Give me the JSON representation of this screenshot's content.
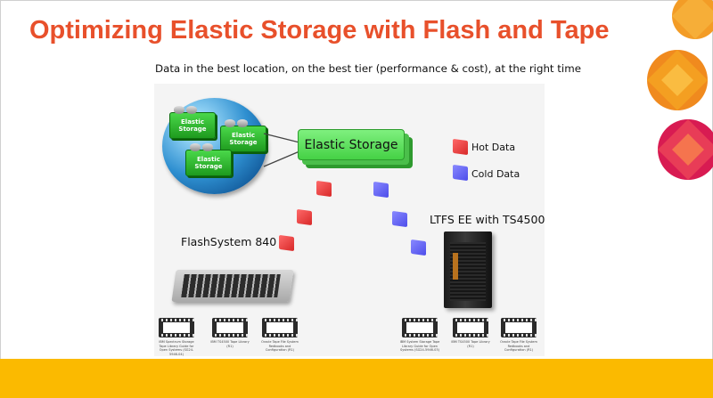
{
  "slide": {
    "title": "Optimizing Elastic Storage with Flash and Tape",
    "subtitle": "Data in the best location, on the best tier (performance & cost), at the right time"
  },
  "globe_nodes": [
    "Elastic Storage",
    "Elastic Storage",
    "Elastic Storage"
  ],
  "center_box": "Elastic Storage",
  "legend": [
    {
      "label": "Hot Data",
      "color": "#e03a3a"
    },
    {
      "label": "Cold Data",
      "color": "#5a5af0"
    }
  ],
  "flash": {
    "label": "FlashSystem 840"
  },
  "tape": {
    "label": "LTFS EE with TS4500"
  },
  "thumbnails_left": [
    {
      "caption": "IBM Spectrum Storage Tape Library Guide for Open Systems (SG24-5946-04)"
    },
    {
      "caption": "IBM TS4500 Tape Library (R1)"
    },
    {
      "caption": "Oracle Tape File System Redbooks and Configuration (R1)"
    }
  ],
  "thumbnails_right": [
    {
      "caption": "IBM System Storage Tape Library Guide for Open Systems (SG24-5946-03)"
    },
    {
      "caption": "IBM TS4500 Tape Library (R1)"
    },
    {
      "caption": "Oracle Tape File System Redbooks and Configuration (R1)"
    }
  ],
  "colors": {
    "title": "#e8502b",
    "footer": "#fbba00",
    "green": "#45d145"
  }
}
